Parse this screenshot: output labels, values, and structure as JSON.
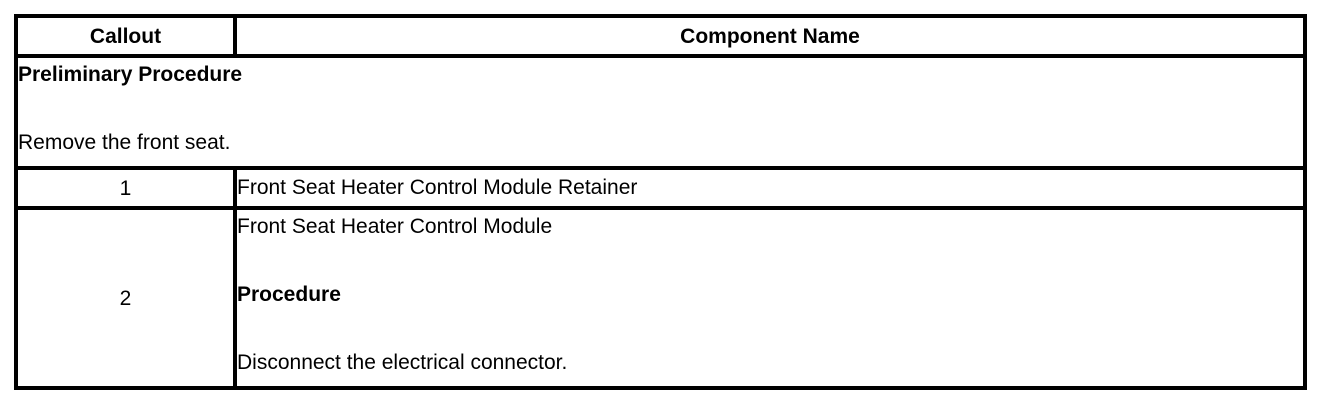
{
  "table": {
    "headers": [
      {
        "label": "Callout"
      },
      {
        "label": "Component Name"
      }
    ],
    "preliminary": {
      "title": "Preliminary Procedure",
      "blank": "",
      "instruction": "Remove the front seat."
    },
    "rows": [
      {
        "callout": "1",
        "lines": [
          {
            "text": "Front Seat Heater Control Module Retainer",
            "bold": false
          }
        ]
      },
      {
        "callout": "2",
        "lines": [
          {
            "text": "Front Seat Heater Control Module",
            "bold": false
          },
          {
            "text": "",
            "bold": false
          },
          {
            "text": "Procedure",
            "bold": true
          },
          {
            "text": "",
            "bold": false
          },
          {
            "text": "Disconnect the electrical connector.",
            "bold": false
          }
        ]
      }
    ],
    "colors": {
      "border": "#000000",
      "background": "#ffffff",
      "text": "#000000"
    }
  }
}
